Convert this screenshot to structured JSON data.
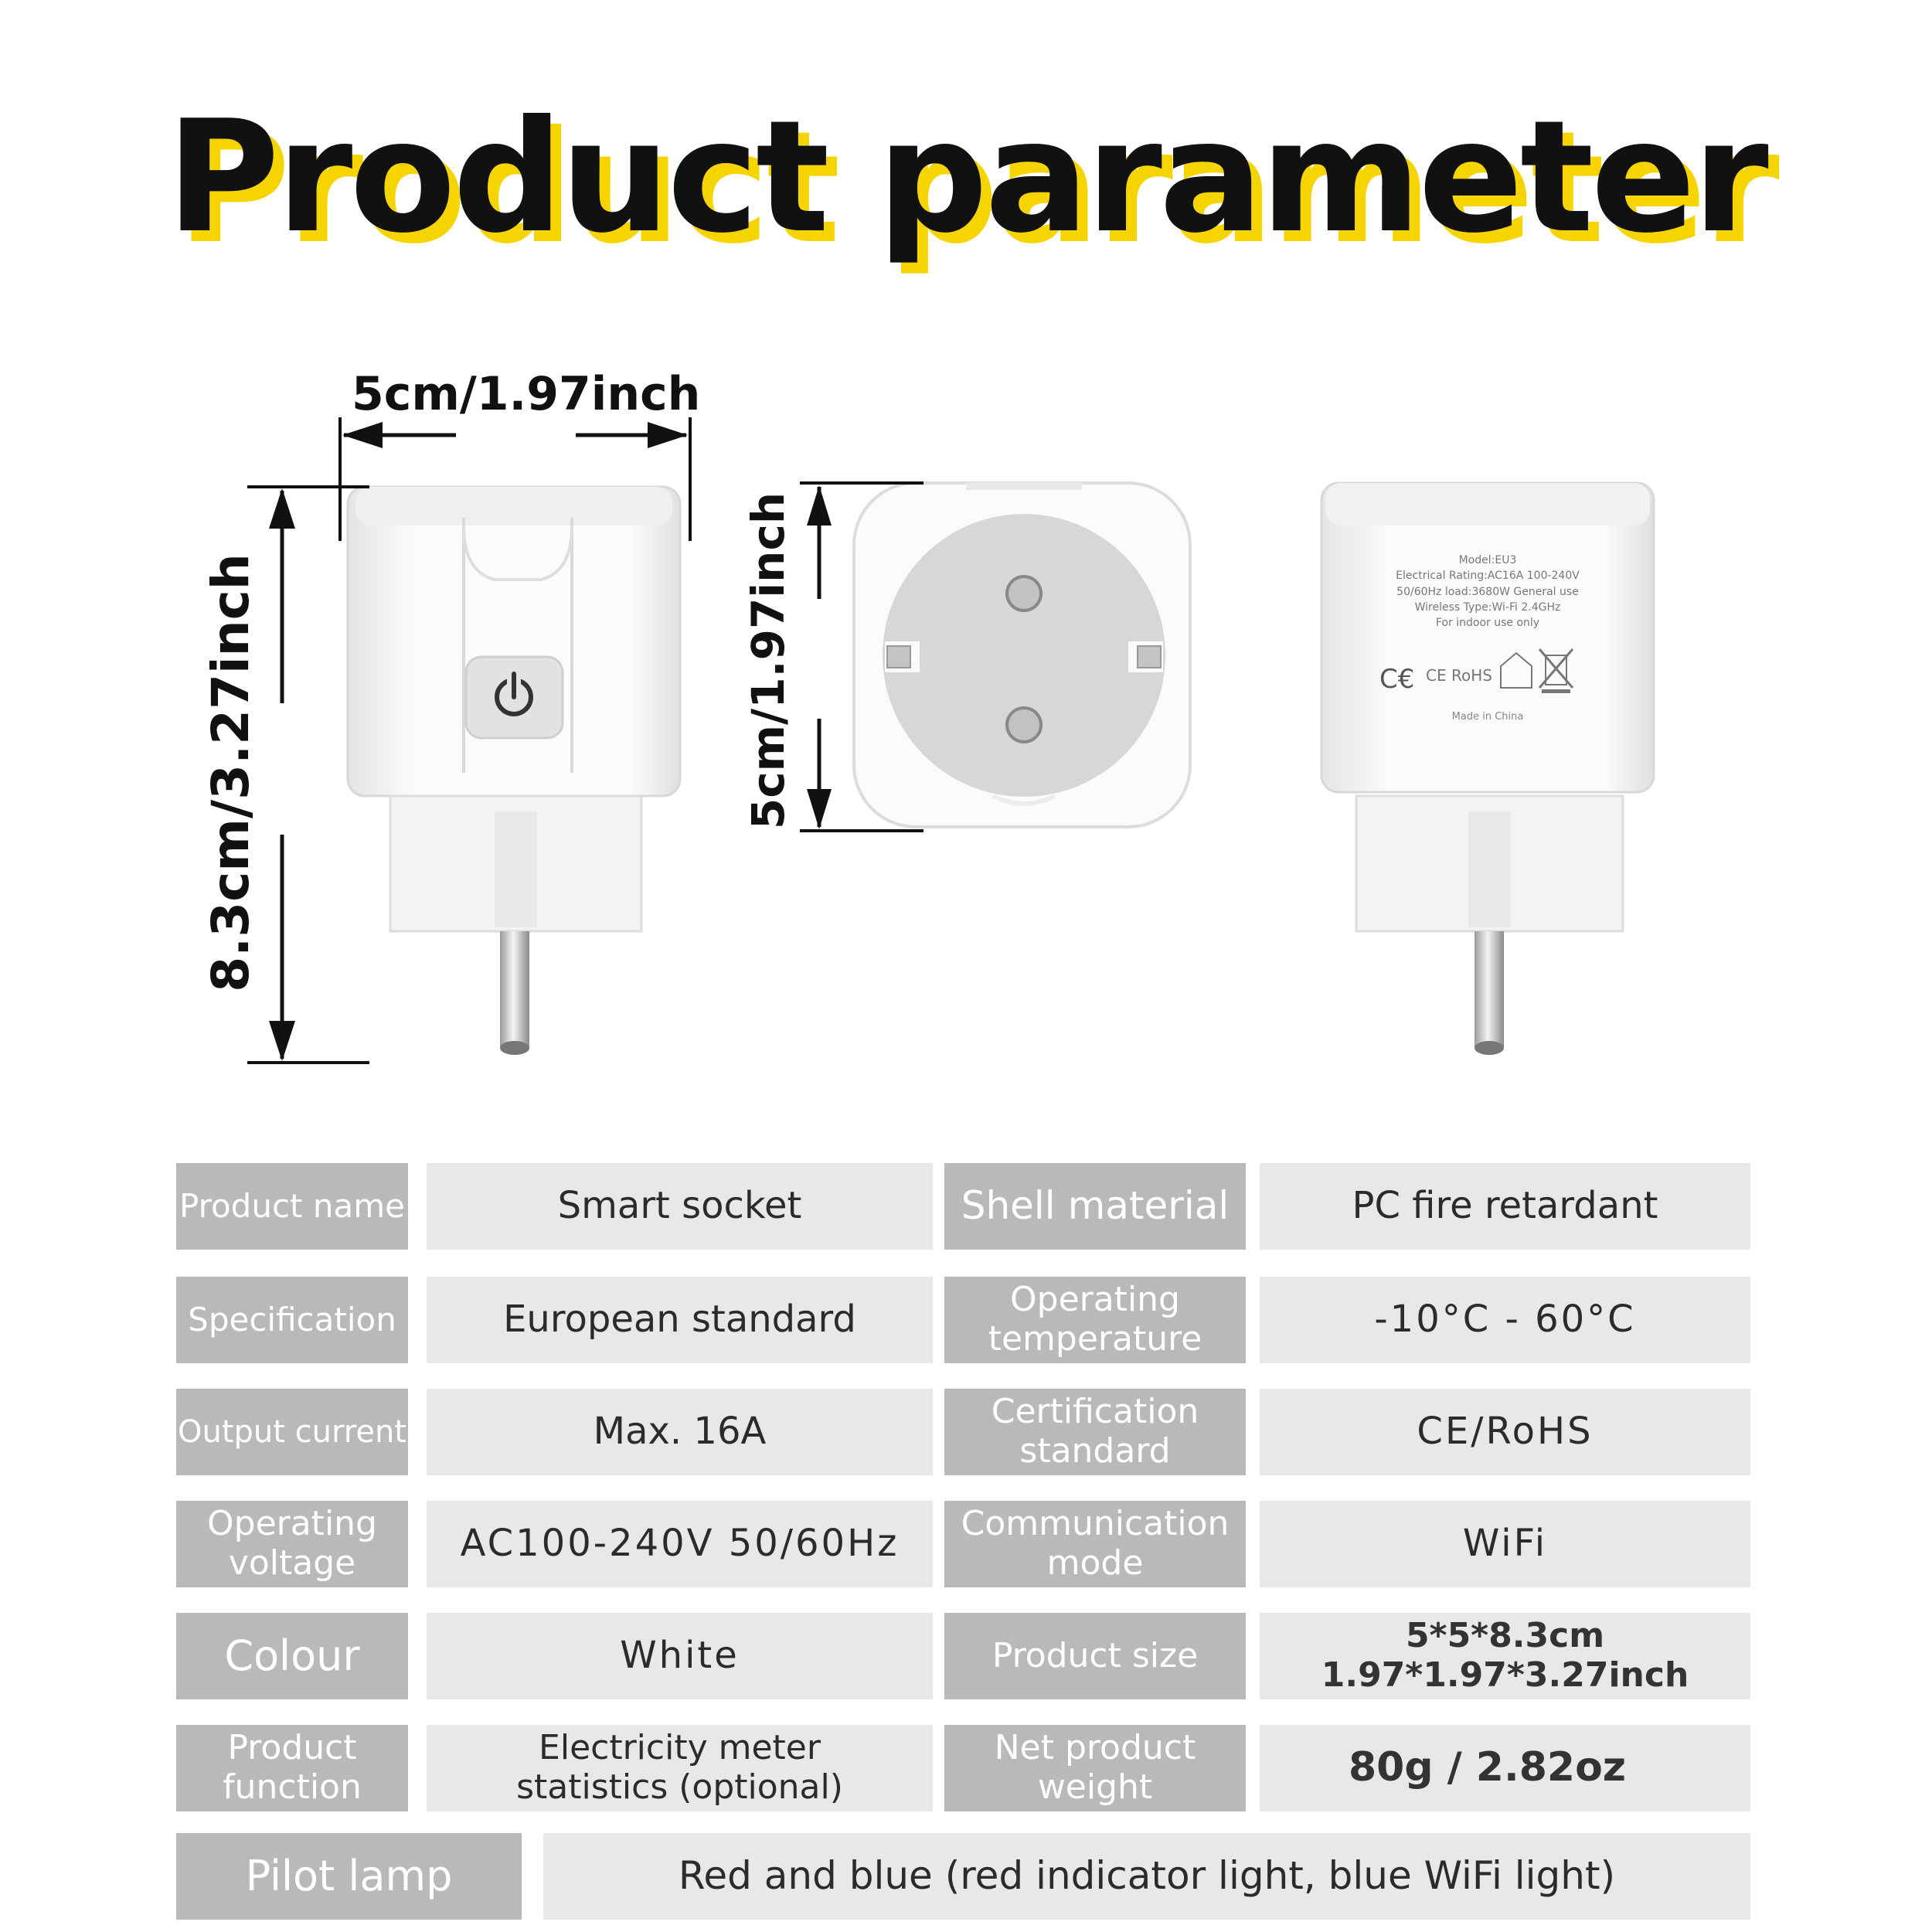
{
  "title": "Product parameter",
  "dimensions": {
    "width_label": "5cm/1.97inch",
    "height_label": "8.3cm/3.27inch",
    "face_label": "5cm/1.97inch"
  },
  "back_label": {
    "model": "Model:EU3",
    "rating_line1": "Electrical Rating:AC16A 100-240V",
    "rating_line2": "50/60Hz  load:3680W General use",
    "wireless": "Wireless Type:Wi-Fi 2.4GHz",
    "indoor": "For indoor use only",
    "marks": "CE RoHS",
    "made_in": "Made in China"
  },
  "specs": {
    "product_name": {
      "label": "Product name",
      "value": "Smart socket"
    },
    "shell_material": {
      "label": "Shell material",
      "value": "PC fire retardant"
    },
    "specification": {
      "label": "Specification",
      "value": "European standard"
    },
    "operating_temperature": {
      "label": "Operating temperature",
      "value": "-10°C - 60°C"
    },
    "output_current": {
      "label": "Output current",
      "value": "Max. 16A"
    },
    "certification_standard": {
      "label": "Certification standard",
      "value": "CE/RoHS"
    },
    "operating_voltage": {
      "label": "Operating voltage",
      "value": "AC100-240V 50/60Hz"
    },
    "communication_mode": {
      "label": "Communication mode",
      "value": "WiFi"
    },
    "colour": {
      "label": "Colour",
      "value": "White"
    },
    "product_size": {
      "label": "Product size",
      "value": "5*5*8.3cm 1.97*1.97*3.27inch"
    },
    "product_function": {
      "label": "Product function",
      "value": "Electricity meter statistics (optional)"
    },
    "net_product_weight": {
      "label": "Net product weight",
      "value": "80g / 2.82oz"
    },
    "pilot_lamp": {
      "label": "Pilot lamp",
      "value": "Red and blue (red indicator light, blue WiFi light)"
    }
  },
  "colors": {
    "title_shadow": "#f5d400",
    "label_bg": "#b9b9b9",
    "value_bg": "#e8e8e8"
  }
}
